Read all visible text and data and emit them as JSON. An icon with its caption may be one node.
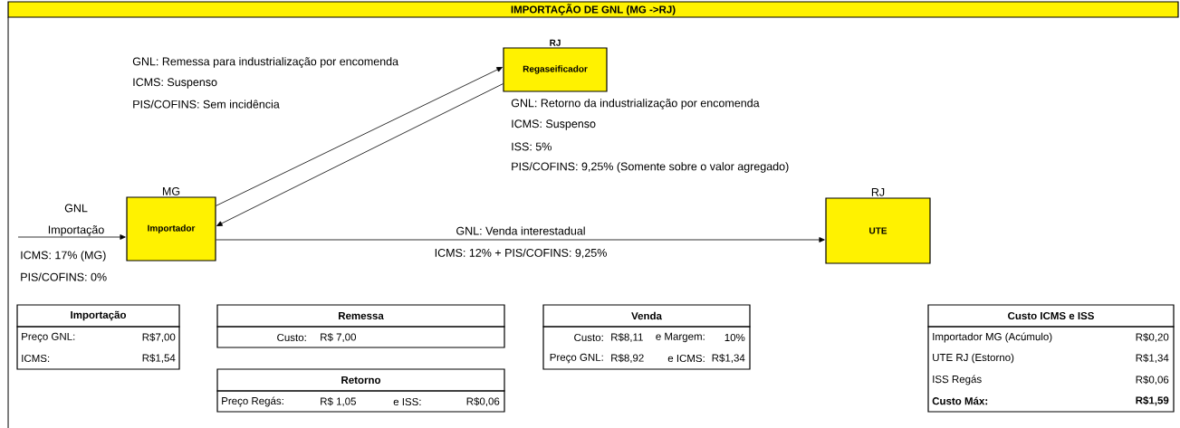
{
  "diagram": {
    "title": "IMPORTAÇÃO DE GNL (MG ->RJ)",
    "nodes": [
      {
        "text": [
          "Importador"
        ],
        "beside": [
          "MG"
        ]
      },
      {
        "text": [
          "Regaseificador"
        ],
        "beside": [
          "RJ"
        ]
      },
      {
        "text": [
          "UTE"
        ],
        "beside": [
          "RJ"
        ]
      }
    ],
    "edges": [
      {
        "from": null,
        "to": 0,
        "arrow": "to"
      },
      {
        "from": 0,
        "to": 1,
        "arrow": "to"
      },
      {
        "from": 1,
        "to": 0,
        "arrow": "to"
      },
      {
        "from": 0,
        "to": 2,
        "arrow": "to",
        "label": "GNL: Venda interestadual"
      }
    ],
    "labels": [
      "GNL: Remessa para industrialização por encomenda",
      "ICMS: Suspenso",
      "PIS/COFINS: Sem incidência",
      "GNL: Retorno da industrialização por encomenda",
      "ICMS: Suspenso",
      "ISS: 5%",
      "PIS/COFINS: 9,25% (Somente sobre o valor agregado)",
      "GNL",
      "Importação",
      "ICMS: 17% (MG)",
      "PIS/COFINS: 0%",
      "ICMS: 12% + PIS/COFINS: 9,25%",
      "Importação",
      "Preço GNL:",
      "R$7,00",
      "ICMS:",
      "R$1,54",
      "Remessa",
      "Custo:",
      "R$ 7,00",
      "Retorno",
      "Preço Regás:",
      "R$ 1,05",
      "e ISS:",
      "R$0,06",
      "Venda",
      "Custo:",
      "R$8,11",
      "e Margem:",
      "10%",
      "Preço GNL:",
      "R$8,92",
      "e ICMS:",
      "R$1,34",
      "Custo ICMS e ISS",
      "Importador MG (Acúmulo)",
      "R$0,20",
      "UTE RJ (Estorno)",
      "R$1,34",
      "ISS Regás",
      "R$0,06",
      "Custo Máx:",
      "R$1,59"
    ]
  }
}
